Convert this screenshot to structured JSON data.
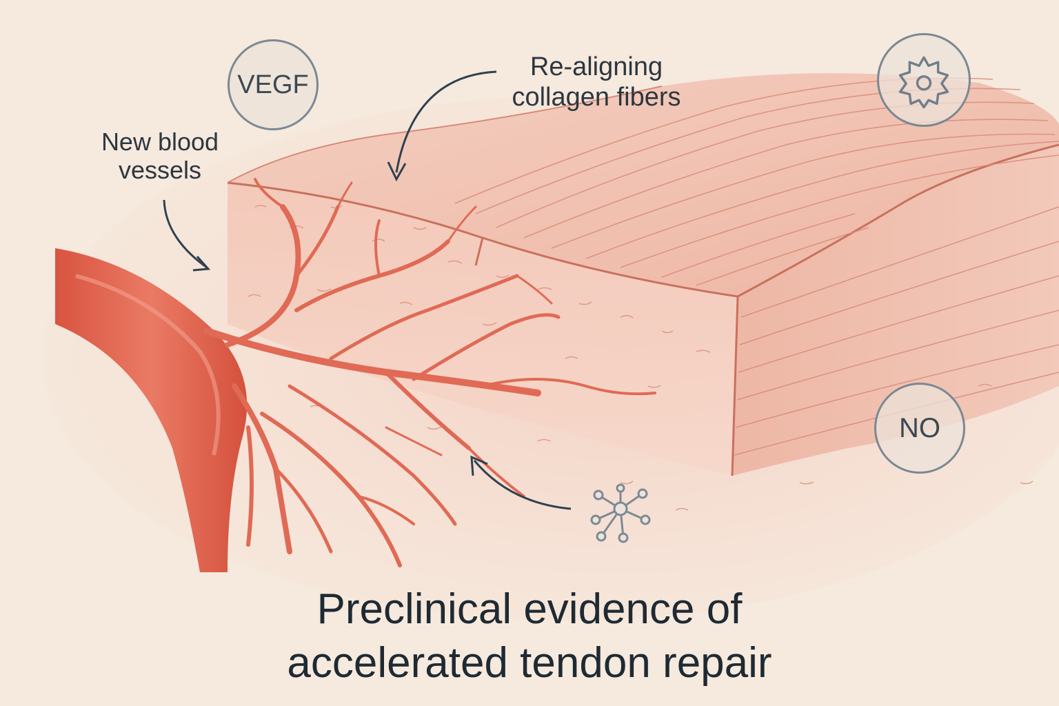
{
  "labels": {
    "vessels_line1": "New blood",
    "vessels_line2": "vessels",
    "collagen_line1": "Re-aligning",
    "collagen_line2": "collagen fibers"
  },
  "badges": {
    "vegf": "VEGF",
    "no": "NO",
    "gear_icon": "gear-icon",
    "network_icon": "molecule-network-icon"
  },
  "title": {
    "line1": "Preclinical evidence of",
    "line2": "accelerated tendon repair"
  },
  "colors": {
    "background": "#f6e9dd",
    "tendon": "#f0c2b2",
    "vessel": "#e06a55",
    "text": "#1e2a33",
    "badge_border": "#7a8893"
  }
}
